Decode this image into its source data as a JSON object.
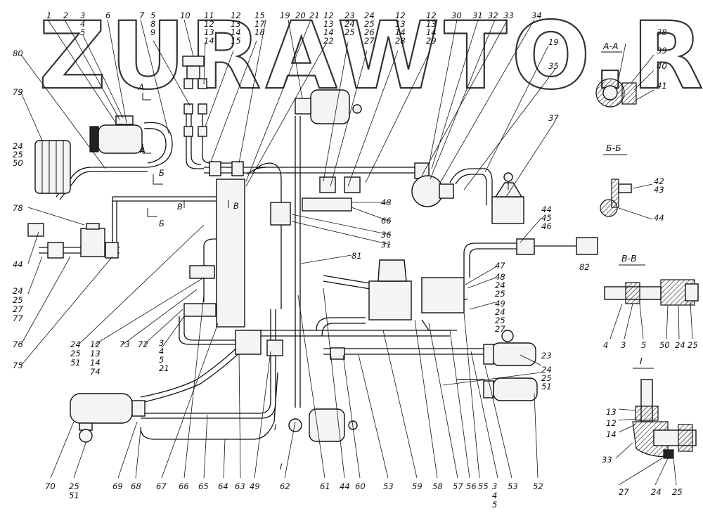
{
  "watermark": "ZURAWTO.RU",
  "section_titles": {
    "aa": "А-А",
    "bb": "Б-Б",
    "vv": "В-В",
    "one": "I"
  },
  "section_marks": {
    "a_top": "А",
    "a_bottom": "А",
    "b_top": "Б",
    "b_bottom": "Б",
    "v_left": "В",
    "v_right": "В",
    "i_mark": "I",
    "i_mark_lower": "I"
  },
  "top_callouts": [
    {
      "lines": [
        "1"
      ]
    },
    {
      "lines": [
        "2"
      ]
    },
    {
      "lines": [
        "3",
        "4",
        "5"
      ]
    },
    {
      "lines": [
        "6"
      ]
    },
    {
      "lines": [
        "7"
      ]
    },
    {
      "lines": [
        "5",
        "8",
        "9"
      ]
    },
    {
      "lines": [
        "10"
      ]
    },
    {
      "lines": [
        "11",
        "12",
        "13",
        "14"
      ]
    },
    {
      "lines": [
        "12",
        "13",
        "14",
        "15"
      ]
    },
    {
      "lines": [
        "15",
        "17",
        "18"
      ]
    },
    {
      "lines": [
        "19"
      ]
    },
    {
      "lines": [
        "20"
      ]
    },
    {
      "lines": [
        "21"
      ]
    },
    {
      "lines": [
        "12",
        "13",
        "14",
        "22"
      ]
    },
    {
      "lines": [
        "23",
        "24",
        "25"
      ]
    },
    {
      "lines": [
        "24",
        "25",
        "26",
        "27"
      ]
    },
    {
      "lines": [
        "12",
        "13",
        "14",
        "28"
      ]
    },
    {
      "lines": [
        "12",
        "13",
        "14",
        "29"
      ]
    },
    {
      "lines": [
        "30"
      ]
    },
    {
      "lines": [
        "31"
      ]
    },
    {
      "lines": [
        "32"
      ]
    },
    {
      "lines": [
        "33"
      ]
    },
    {
      "lines": [
        "34"
      ]
    }
  ],
  "left_callouts": [
    {
      "lines": [
        "80"
      ]
    },
    {
      "lines": [
        "79"
      ]
    },
    {
      "lines": [
        "24",
        "25",
        "50"
      ]
    },
    {
      "lines": [
        "78"
      ]
    },
    {
      "lines": [
        "44"
      ]
    },
    {
      "lines": [
        "24",
        "25",
        "27",
        "77"
      ]
    },
    {
      "lines": [
        "76"
      ]
    },
    {
      "lines": [
        "75"
      ]
    },
    {
      "lines": [
        "24",
        "25",
        "51"
      ]
    },
    {
      "lines": [
        "12",
        "13",
        "14",
        "74"
      ]
    },
    {
      "lines": [
        "73"
      ]
    },
    {
      "lines": [
        "72"
      ]
    },
    {
      "lines": [
        "3",
        "4",
        "5",
        "21"
      ]
    }
  ],
  "right_callouts": [
    {
      "lines": [
        "19"
      ]
    },
    {
      "lines": [
        "35"
      ]
    },
    {
      "lines": [
        "37"
      ]
    },
    {
      "lines": [
        "38"
      ]
    },
    {
      "lines": [
        "39"
      ]
    },
    {
      "lines": [
        "40"
      ]
    },
    {
      "lines": [
        "41"
      ]
    },
    {
      "lines": [
        "42",
        "43"
      ]
    },
    {
      "lines": [
        "44"
      ]
    },
    {
      "lines": [
        "44",
        "45",
        "46"
      ]
    },
    {
      "lines": [
        "82"
      ]
    },
    {
      "lines": [
        "48"
      ]
    },
    {
      "lines": [
        "66"
      ]
    },
    {
      "lines": [
        "36"
      ]
    },
    {
      "lines": [
        "31"
      ]
    },
    {
      "lines": [
        "81"
      ]
    },
    {
      "lines": [
        "47"
      ]
    },
    {
      "lines": [
        "48",
        "24",
        "25"
      ]
    },
    {
      "lines": [
        "49",
        "24",
        "25",
        "27"
      ]
    },
    {
      "lines": [
        "23"
      ]
    },
    {
      "lines": [
        "24",
        "25",
        "51"
      ]
    }
  ],
  "bottom_callouts": [
    {
      "lines": [
        "70"
      ]
    },
    {
      "lines": [
        "25",
        "51"
      ]
    },
    {
      "lines": [
        "69"
      ]
    },
    {
      "lines": [
        "68"
      ]
    },
    {
      "lines": [
        "67"
      ]
    },
    {
      "lines": [
        "66"
      ]
    },
    {
      "lines": [
        "65"
      ]
    },
    {
      "lines": [
        "64"
      ]
    },
    {
      "lines": [
        "63"
      ]
    },
    {
      "lines": [
        "49"
      ]
    },
    {
      "lines": [
        "62"
      ]
    },
    {
      "lines": [
        "61"
      ]
    },
    {
      "lines": [
        "44"
      ]
    },
    {
      "lines": [
        "60"
      ]
    },
    {
      "lines": [
        "53"
      ]
    },
    {
      "lines": [
        "59"
      ]
    },
    {
      "lines": [
        "58"
      ]
    },
    {
      "lines": [
        "57"
      ]
    },
    {
      "lines": [
        "56"
      ]
    },
    {
      "lines": [
        "55"
      ]
    },
    {
      "lines": [
        "3",
        "4",
        "5"
      ]
    },
    {
      "lines": [
        "53"
      ]
    },
    {
      "lines": [
        "52"
      ]
    }
  ],
  "detail_callouts": {
    "vv": [
      "4",
      "3",
      "5",
      "50",
      "24",
      "25"
    ],
    "one": [
      "13",
      "12",
      "14",
      "33",
      "27",
      "24",
      "25"
    ]
  }
}
